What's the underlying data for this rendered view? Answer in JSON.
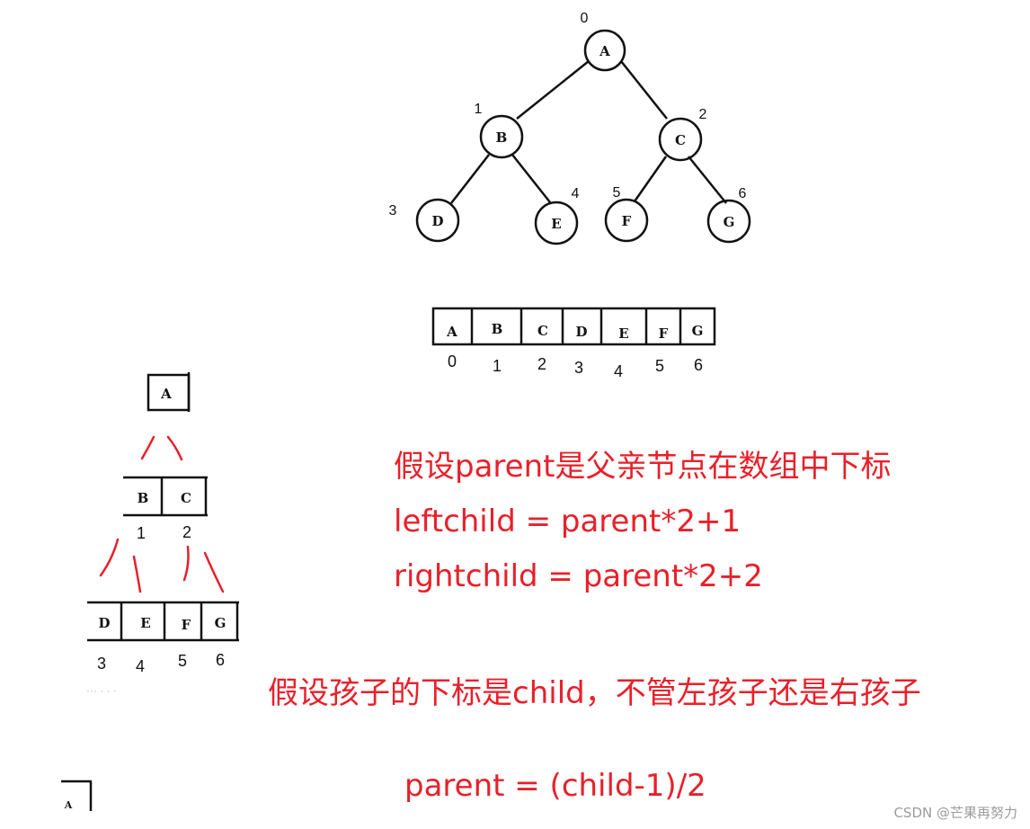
{
  "tree": {
    "nodes": [
      {
        "label": "A",
        "index": "0"
      },
      {
        "label": "B",
        "index": "1"
      },
      {
        "label": "C",
        "index": "2"
      },
      {
        "label": "D",
        "index": "3"
      },
      {
        "label": "E",
        "index": "4"
      },
      {
        "label": "F",
        "index": "5"
      },
      {
        "label": "G",
        "index": "6"
      }
    ]
  },
  "array": {
    "cells": [
      "A",
      "B",
      "C",
      "D",
      "E",
      "F",
      "G"
    ],
    "indices": [
      "0",
      "1",
      "2",
      "3",
      "4",
      "5",
      "6"
    ]
  },
  "levels": {
    "level0": {
      "cells": [
        "A"
      ]
    },
    "level1": {
      "cells": [
        "B",
        "C"
      ],
      "indices": [
        "1",
        "2"
      ]
    },
    "level2": {
      "cells": [
        "D",
        "E",
        "F",
        "G"
      ],
      "indices": [
        "3",
        "4",
        "5",
        "6"
      ]
    },
    "next": {
      "cells": [
        "A"
      ]
    },
    "dots": "··· ·  · ·"
  },
  "notes": {
    "line1": "假设parent是父亲节点在数组中下标",
    "line2": "leftchild = parent*2+1",
    "line3": "rightchild = parent*2+2",
    "line4": "假设孩子的下标是child，不管左孩子还是右孩子",
    "line5": "parent = (child-1)/2"
  },
  "watermark": "CSDN @芒果再努力",
  "colors": {
    "ink": "#111111",
    "red": "#e8202a",
    "watermark": "#9b9b9b"
  }
}
